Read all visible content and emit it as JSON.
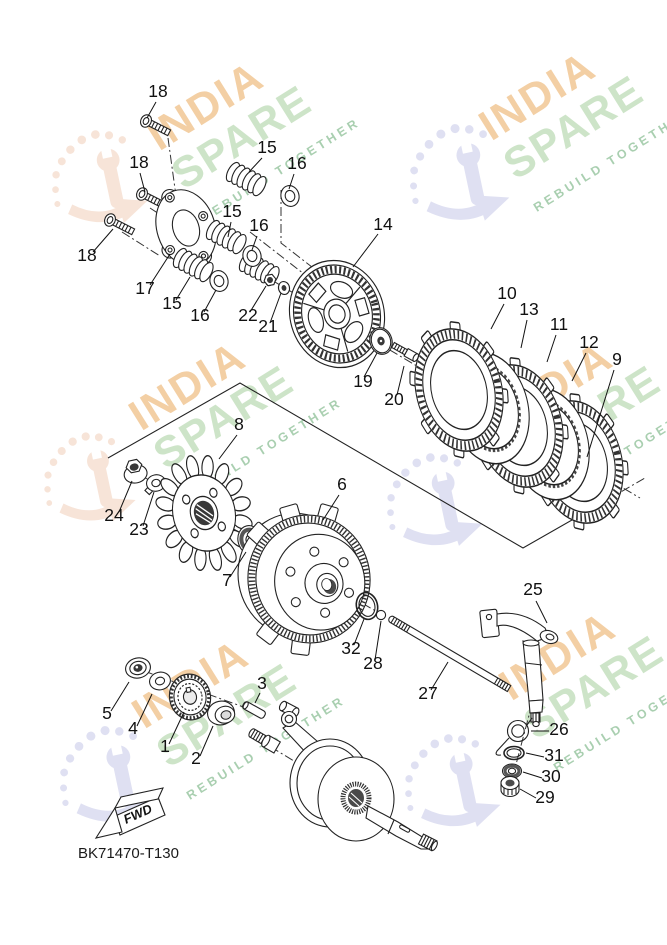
{
  "drawing": {
    "number": "BK71470-T130",
    "fwd_label": "FWD"
  },
  "watermark": {
    "word1": "INDIA",
    "word2": "SPARE",
    "tagline": "REBUILD TOGETHER",
    "colors": {
      "word1": "#f3cfa4",
      "word2": "#cde4c8",
      "tagline": "#a9cfb0",
      "logo_lavender": "#dfe0f2",
      "logo_peach": "#f7e4d8"
    }
  },
  "callouts": [
    "18",
    "18",
    "18",
    "15",
    "16",
    "15",
    "16",
    "17",
    "15",
    "16",
    "22",
    "21",
    "14",
    "19",
    "20",
    "10",
    "13",
    "11",
    "12",
    "9",
    "24",
    "23",
    "8",
    "6",
    "7",
    "32",
    "28",
    "27",
    "25",
    "26",
    "31",
    "30",
    "29",
    "5",
    "4",
    "1",
    "2",
    "3"
  ]
}
